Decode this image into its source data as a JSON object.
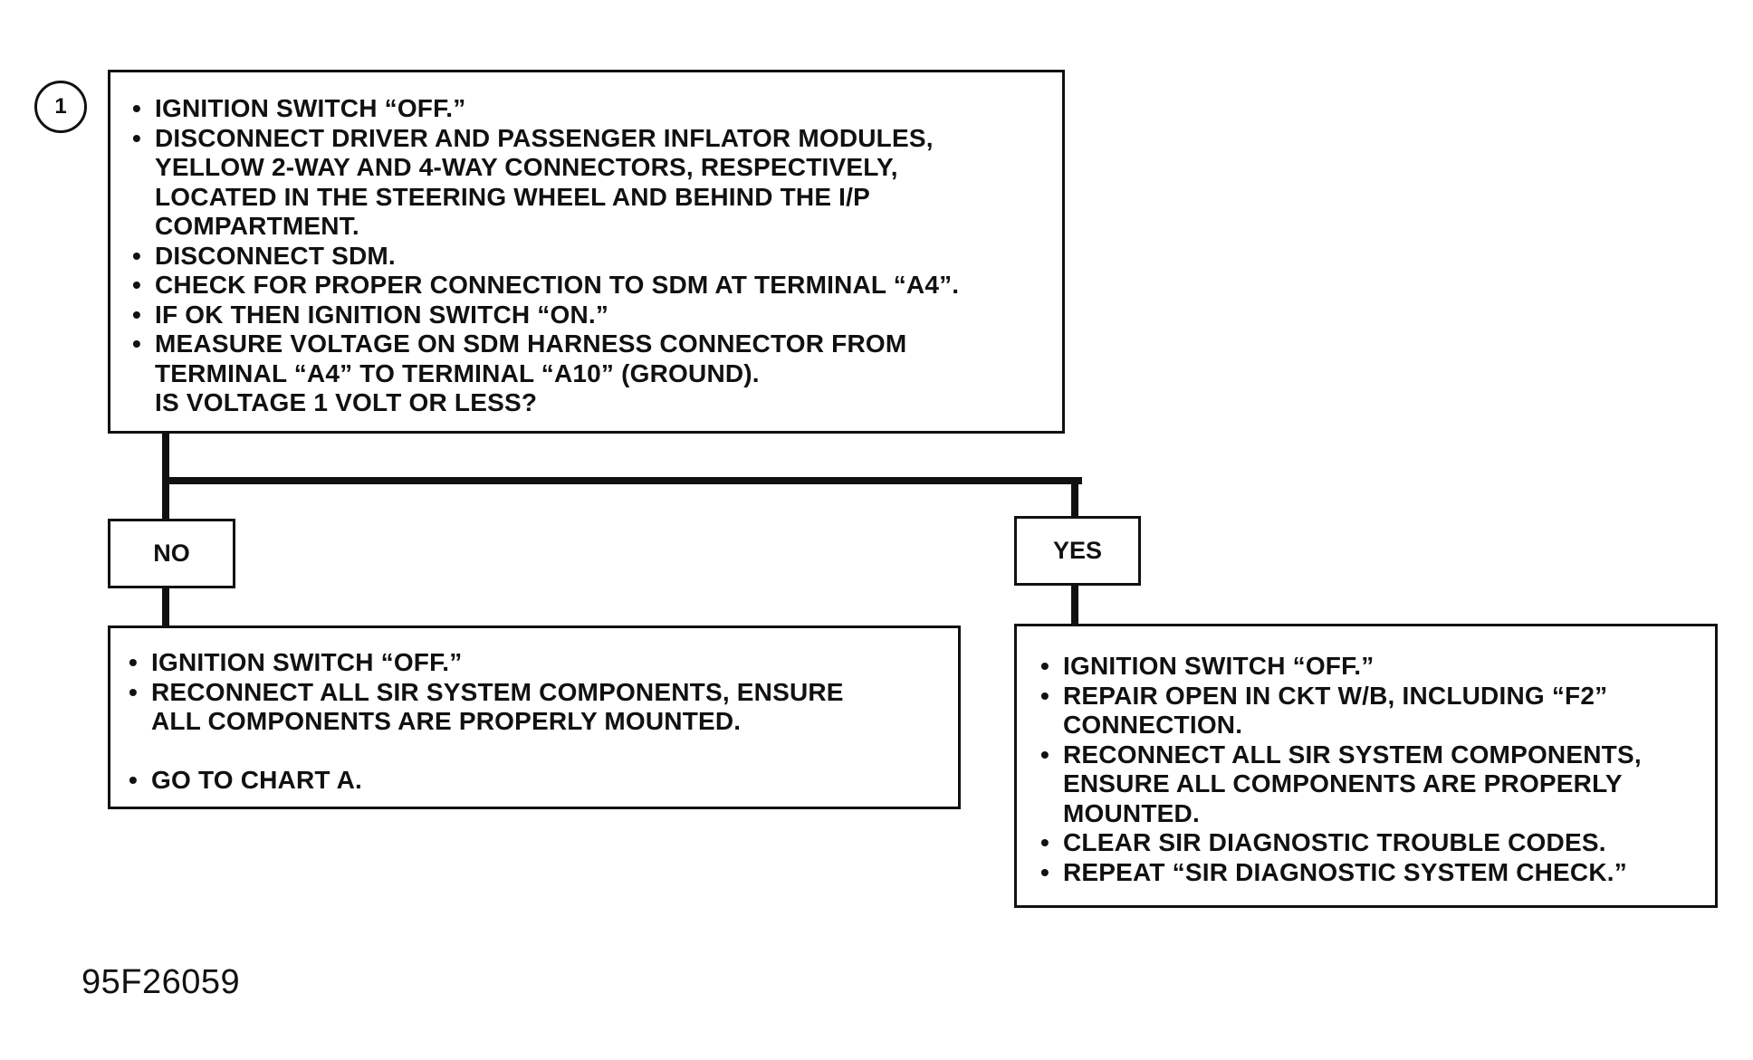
{
  "step": {
    "number": "1",
    "items": [
      "IGNITION SWITCH “OFF.”",
      "DISCONNECT DRIVER AND PASSENGER INFLATOR MODULES,\nYELLOW 2-WAY AND 4-WAY CONNECTORS, RESPECTIVELY,\nLOCATED IN THE STEERING WHEEL AND BEHIND THE I/P\nCOMPARTMENT.",
      "DISCONNECT SDM.",
      "CHECK FOR PROPER CONNECTION TO SDM AT TERMINAL “A4”.",
      "IF OK THEN IGNITION SWITCH “ON.”",
      "MEASURE VOLTAGE ON SDM HARNESS CONNECTOR FROM\nTERMINAL “A4” TO TERMINAL “A10” (GROUND)."
    ],
    "question": "IS VOLTAGE 1 VOLT OR LESS?"
  },
  "no_branch": {
    "label": "NO",
    "items": [
      "IGNITION SWITCH “OFF.”",
      "RECONNECT ALL SIR SYSTEM COMPONENTS, ENSURE\nALL COMPONENTS ARE PROPERLY MOUNTED.",
      "GO TO CHART A."
    ]
  },
  "yes_branch": {
    "label": "YES",
    "items": [
      "IGNITION SWITCH “OFF.”",
      "REPAIR OPEN IN CKT W/B, INCLUDING “F2”\nCONNECTION.",
      "RECONNECT ALL SIR SYSTEM COMPONENTS,\nENSURE ALL COMPONENTS ARE PROPERLY\nMOUNTED.",
      "CLEAR SIR DIAGNOSTIC TROUBLE CODES.",
      "REPEAT “SIR DIAGNOSTIC SYSTEM CHECK.”"
    ]
  },
  "figure_id": "95F26059"
}
